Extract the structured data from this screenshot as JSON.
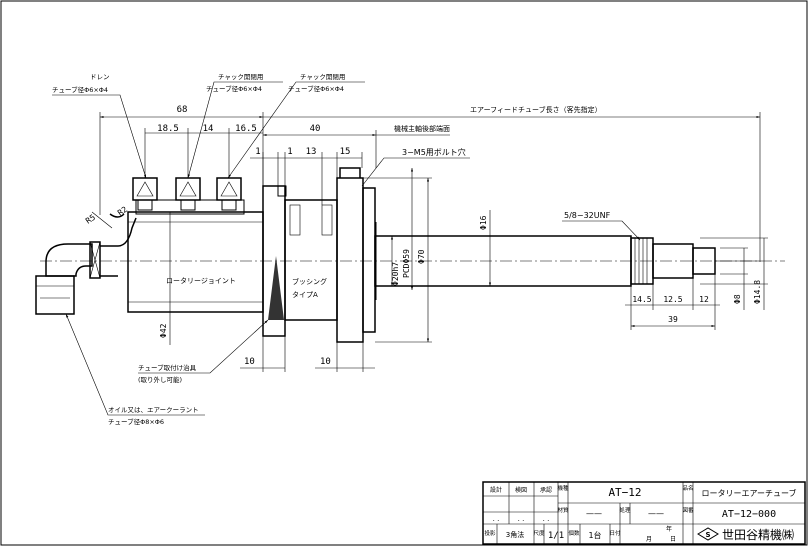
{
  "callouts": {
    "drain_label": "ドレン",
    "drain_tube": "チューブ径Φ6×Φ4",
    "chuck1_label": "チャック開閉用",
    "chuck1_tube": "チューブ径Φ6×Φ4",
    "chuck2_label": "チャック開閉用",
    "chuck2_tube": "チューブ径Φ6×Φ4",
    "air_feed": "エアーフィードチューブ長さ（客先指定）",
    "spindle_end": "機械主軸後部端面",
    "bolt_hole": "3−M5用ボルト穴",
    "thread": "5/8−32UNF",
    "tube_fitting": "チューブ取付け治具",
    "removable": "(取り外し可能)",
    "oil": "オイル又は、エアークーラント",
    "oil_tube": "チューブ径Φ8×Φ6",
    "rotary_joint": "ロータリージョイント",
    "bushing_1": "ブッシング",
    "bushing_2": "タイプA"
  },
  "dims": {
    "d68": "68",
    "d18_5": "18.5",
    "d14": "14",
    "d16_5": "16.5",
    "d40": "40",
    "d1a": "1",
    "d1b": "1",
    "d13": "13",
    "d15": "15",
    "r5": "R5",
    "r2": "R2",
    "phi16": "Φ16",
    "phi20": "Φ20h7",
    "pcd": "PCDΦ59",
    "phi70": "Φ70",
    "phi42": "Φ42",
    "d10a": "10",
    "d10b": "10",
    "d14_5": "14.5",
    "d12_5": "12.5",
    "d12": "12",
    "d39": "39",
    "phi8": "Φ8",
    "phi14_8": "Φ14.8"
  },
  "title_block": {
    "h_design": "設計",
    "h_check": "検図",
    "h_approve": "承認",
    "dots1": ". .",
    "dots2": ". .",
    "dots3": ". .",
    "l_model": "機種",
    "model": "AT−12",
    "l_material": "材質",
    "material": "——",
    "l_treat": "処理",
    "treat": "——",
    "l_name": "品名",
    "name": "ロータリーエアーチューブ",
    "l_part": "図番",
    "part_no": "AT−12−000",
    "l_proj": "投影",
    "proj": "3角法",
    "l_scale": "尺度",
    "scale": "1/1",
    "l_qty": "個数",
    "qty": "1台",
    "l_date": "日付",
    "year": "年",
    "month": "月",
    "day": "日",
    "company": "世田谷精機㈱",
    "logo": "S"
  }
}
